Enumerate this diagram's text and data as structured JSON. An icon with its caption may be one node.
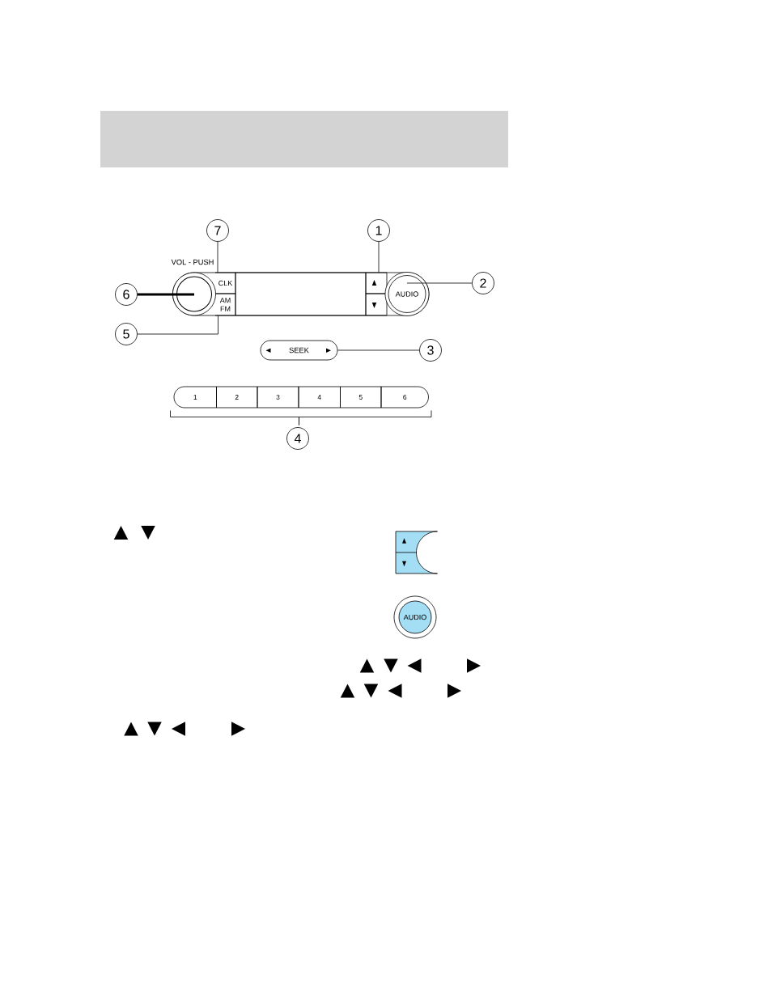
{
  "diagram": {
    "nodes": [
      {
        "text": [
          "7"
        ]
      },
      {
        "text": [
          "1"
        ]
      },
      {
        "text": [],
        "shape": "circle",
        "beside": [
          "VOL - PUSH"
        ]
      },
      {
        "text": [
          "CLK"
        ]
      },
      {
        "text": [],
        "shape": "box"
      },
      {
        "text": [
          "AUDIO"
        ]
      },
      {
        "text": [
          "2"
        ]
      },
      {
        "text": [
          "6"
        ]
      },
      {
        "text": [],
        "shape": "box"
      },
      {
        "text": [
          "AM FM"
        ]
      },
      {
        "text": [
          "5"
        ]
      },
      {
        "text": [
          "SEEK"
        ]
      },
      {
        "text": [
          "3"
        ]
      },
      {
        "text": [
          "1"
        ]
      },
      {
        "text": [
          "2"
        ]
      },
      {
        "text": [
          "3"
        ]
      },
      {
        "text": [
          "4"
        ]
      },
      {
        "text": [
          "5"
        ]
      },
      {
        "text": [
          "6"
        ]
      },
      {
        "text": [
          "4"
        ]
      },
      {
        "text": [
          "AUDIO"
        ]
      }
    ],
    "edges": [
      {
        "from": 0,
        "to": 3,
        "arrow": "none"
      },
      {
        "from": 1,
        "to": 4,
        "arrow": "none"
      },
      {
        "from": 6,
        "to": 5,
        "arrow": "none"
      },
      {
        "from": 7,
        "to": 2,
        "arrow": "none",
        "style": "thick"
      },
      {
        "from": 10,
        "to": 9,
        "arrow": "none"
      },
      {
        "from": 12,
        "to": 11,
        "arrow": "none"
      }
    ]
  }
}
